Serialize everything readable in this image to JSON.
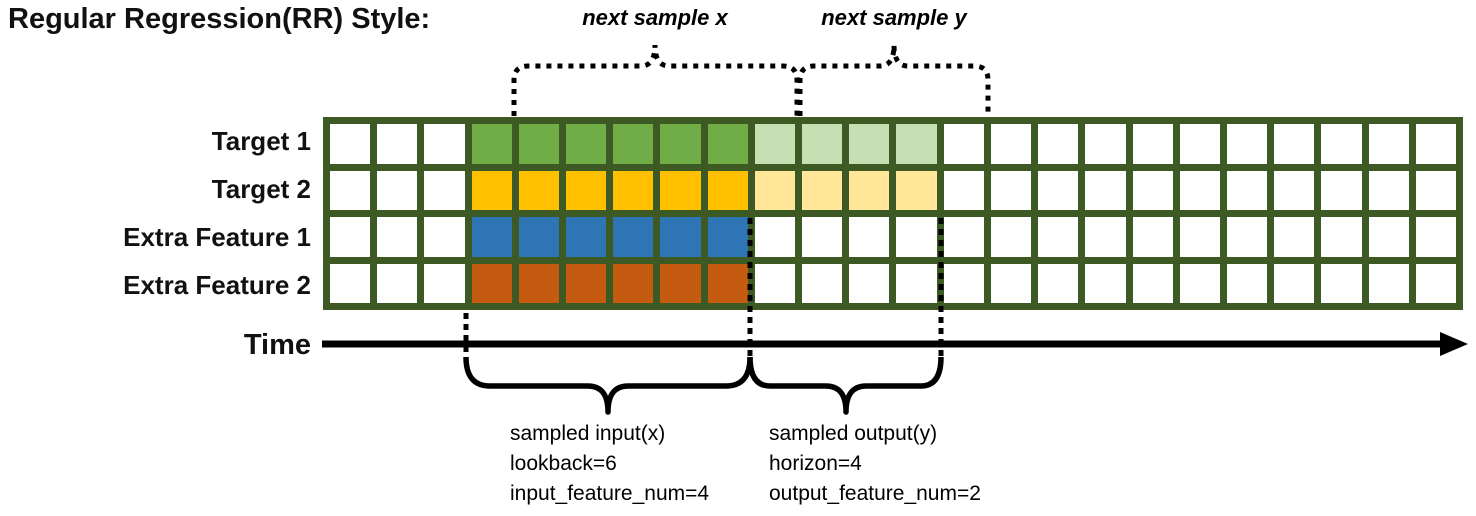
{
  "title": "Regular Regression(RR) Style:",
  "braces": {
    "next_sample_x": "next sample x",
    "next_sample_y": "next sample y"
  },
  "time_axis": {
    "label": "Time"
  },
  "sampled_input": {
    "line1": "sampled input(x)",
    "line2": "lookback=6",
    "line3": "input_feature_num=4"
  },
  "sampled_output": {
    "line1": "sampled output(y)",
    "line2": "horizon=4",
    "line3": "output_feature_num=2"
  },
  "colors": {
    "cell_border": "#3D5A25",
    "empty": "#FFFFFF",
    "input_target1": "#70AD47",
    "output_target1": "#C6E0B4",
    "input_target2": "#FFC000",
    "output_target2": "#FFE699",
    "input_extra1": "#2E75B6",
    "input_extra2": "#C55A11",
    "line_color": "#000000"
  },
  "grid": {
    "columns": 24,
    "lookback": 6,
    "horizon": 4,
    "rows": [
      {
        "label": "Target 1",
        "segments": [
          {
            "count": 3,
            "color": "empty"
          },
          {
            "count": 6,
            "color": "input_target1"
          },
          {
            "count": 4,
            "color": "output_target1"
          },
          {
            "count": 11,
            "color": "empty"
          }
        ]
      },
      {
        "label": "Target 2",
        "segments": [
          {
            "count": 3,
            "color": "empty"
          },
          {
            "count": 6,
            "color": "input_target2"
          },
          {
            "count": 4,
            "color": "output_target2"
          },
          {
            "count": 11,
            "color": "empty"
          }
        ]
      },
      {
        "label": "Extra Feature 1",
        "segments": [
          {
            "count": 3,
            "color": "empty"
          },
          {
            "count": 6,
            "color": "input_extra1"
          },
          {
            "count": 15,
            "color": "empty"
          }
        ]
      },
      {
        "label": "Extra Feature 2",
        "segments": [
          {
            "count": 3,
            "color": "empty"
          },
          {
            "count": 6,
            "color": "input_extra2"
          },
          {
            "count": 15,
            "color": "empty"
          }
        ]
      }
    ]
  }
}
